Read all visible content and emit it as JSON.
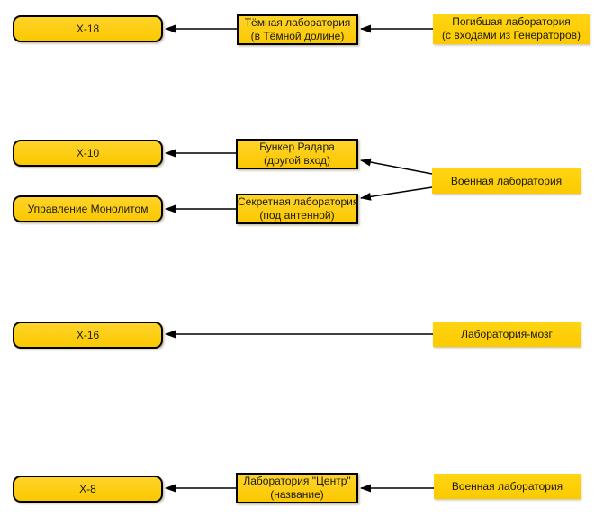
{
  "diagram": {
    "title": "Lab connections diagram",
    "colors": {
      "node_fill": "#FFD203",
      "node_fill_top": "#FFD42A",
      "node_border": "#000000",
      "text": "#1A1A1A",
      "arrow": "#000000",
      "background": "#FFFFFF"
    },
    "nodes": [
      {
        "id": "x18",
        "lines": [
          "X-18"
        ]
      },
      {
        "id": "dark-lab",
        "lines": [
          "Тёмная лаборатория",
          "(в Тёмной долине)"
        ]
      },
      {
        "id": "dead-lab",
        "lines": [
          "Погибшая лаборатория",
          "(с входами из Генераторов)"
        ]
      },
      {
        "id": "x10",
        "lines": [
          "X-10"
        ]
      },
      {
        "id": "radar-bunker",
        "lines": [
          "Бункер Радара",
          "(другой вход)"
        ]
      },
      {
        "id": "military-lab-1",
        "lines": [
          "Военная лаборатория"
        ]
      },
      {
        "id": "monolith-control",
        "lines": [
          "Управление Монолитом"
        ]
      },
      {
        "id": "secret-lab",
        "lines": [
          "Секретная лаборатория",
          "(под антенной)"
        ]
      },
      {
        "id": "x16",
        "lines": [
          "X-16"
        ]
      },
      {
        "id": "brain-lab",
        "lines": [
          "Лаборатория-мозг"
        ]
      },
      {
        "id": "x8",
        "lines": [
          "X-8"
        ]
      },
      {
        "id": "center-lab",
        "lines": [
          "Лаборатория \"Центр\"",
          "(название)"
        ]
      },
      {
        "id": "military-lab-2",
        "lines": [
          "Военная лаборатория"
        ]
      }
    ],
    "edges": [
      {
        "from": "dark-lab",
        "to": "x18"
      },
      {
        "from": "dead-lab",
        "to": "dark-lab"
      },
      {
        "from": "radar-bunker",
        "to": "x10"
      },
      {
        "from": "military-lab-1",
        "to": "radar-bunker"
      },
      {
        "from": "secret-lab",
        "to": "monolith-control"
      },
      {
        "from": "military-lab-1",
        "to": "secret-lab"
      },
      {
        "from": "brain-lab",
        "to": "x16"
      },
      {
        "from": "center-lab",
        "to": "x8"
      },
      {
        "from": "military-lab-2",
        "to": "center-lab"
      }
    ]
  }
}
